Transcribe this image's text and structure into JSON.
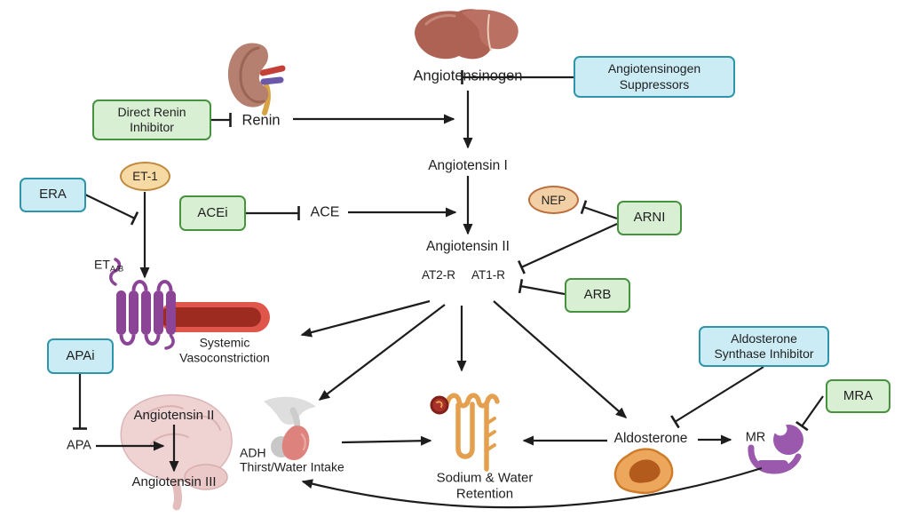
{
  "palette": {
    "blue_box_fill": "#cbecf5",
    "blue_box_border": "#2e95aa",
    "green_box_fill": "#d9efd4",
    "green_box_border": "#47923f",
    "et1_oval_fill": "#f7d9a4",
    "et1_oval_border": "#bf8a3e",
    "nep_oval_fill": "#f3cfa6",
    "nep_oval_border": "#ba6f3c",
    "arrow": "#1d1d1d",
    "text": "#1f1f1f",
    "receptor_purple": "#8b4496",
    "vessel_red": "#e0564a"
  },
  "labels": {
    "angiotensinogen": "Angiotensinogen",
    "renin": "Renin",
    "angiotensin_i": "Angiotensin I",
    "ace": "ACE",
    "angiotensin_ii": "Angiotensin II",
    "at2_r": "AT2-R",
    "at1_r": "AT1-R",
    "et_1": "ET-1",
    "nep": "NEP",
    "et_receptor": "ET",
    "et_receptor_sub": "A/B",
    "systemic_vasoconstriction": "Systemic Vasoconstriction",
    "apa": "APA",
    "brain_angiotensin_ii": "Angiotensin II",
    "brain_angiotensin_iii": "Angiotensin III",
    "adh": "ADH",
    "thirst_water_intake": "Thirst/Water Intake",
    "sodium_water_retention": "Sodium & Water Retention",
    "aldosterone": "Aldosterone",
    "mr": "MR"
  },
  "drug_boxes": {
    "angiotensinogen_suppressors": {
      "label": "Angiotensinogen Suppressors",
      "style": "blue"
    },
    "direct_renin_inhibitor": {
      "label": "Direct Renin Inhibitor",
      "style": "green"
    },
    "era": {
      "label": "ERA",
      "style": "blue"
    },
    "acei": {
      "label": "ACEi",
      "style": "green"
    },
    "arni": {
      "label": "ARNI",
      "style": "green"
    },
    "arb": {
      "label": "ARB",
      "style": "green"
    },
    "apai": {
      "label": "APAi",
      "style": "blue"
    },
    "aldosterone_synthase_inhibitor": {
      "label": "Aldosterone Synthase Inhibitor",
      "style": "blue"
    },
    "mra": {
      "label": "MRA",
      "style": "green"
    }
  },
  "icons": [
    "liver-icon",
    "kidney-icon",
    "brain-icon",
    "pituitary-gland-icon",
    "nephron-icon",
    "adrenal-gland-icon",
    "blood-vessel-icon",
    "gpcr-receptor-icon",
    "mr-receptor-icon"
  ]
}
